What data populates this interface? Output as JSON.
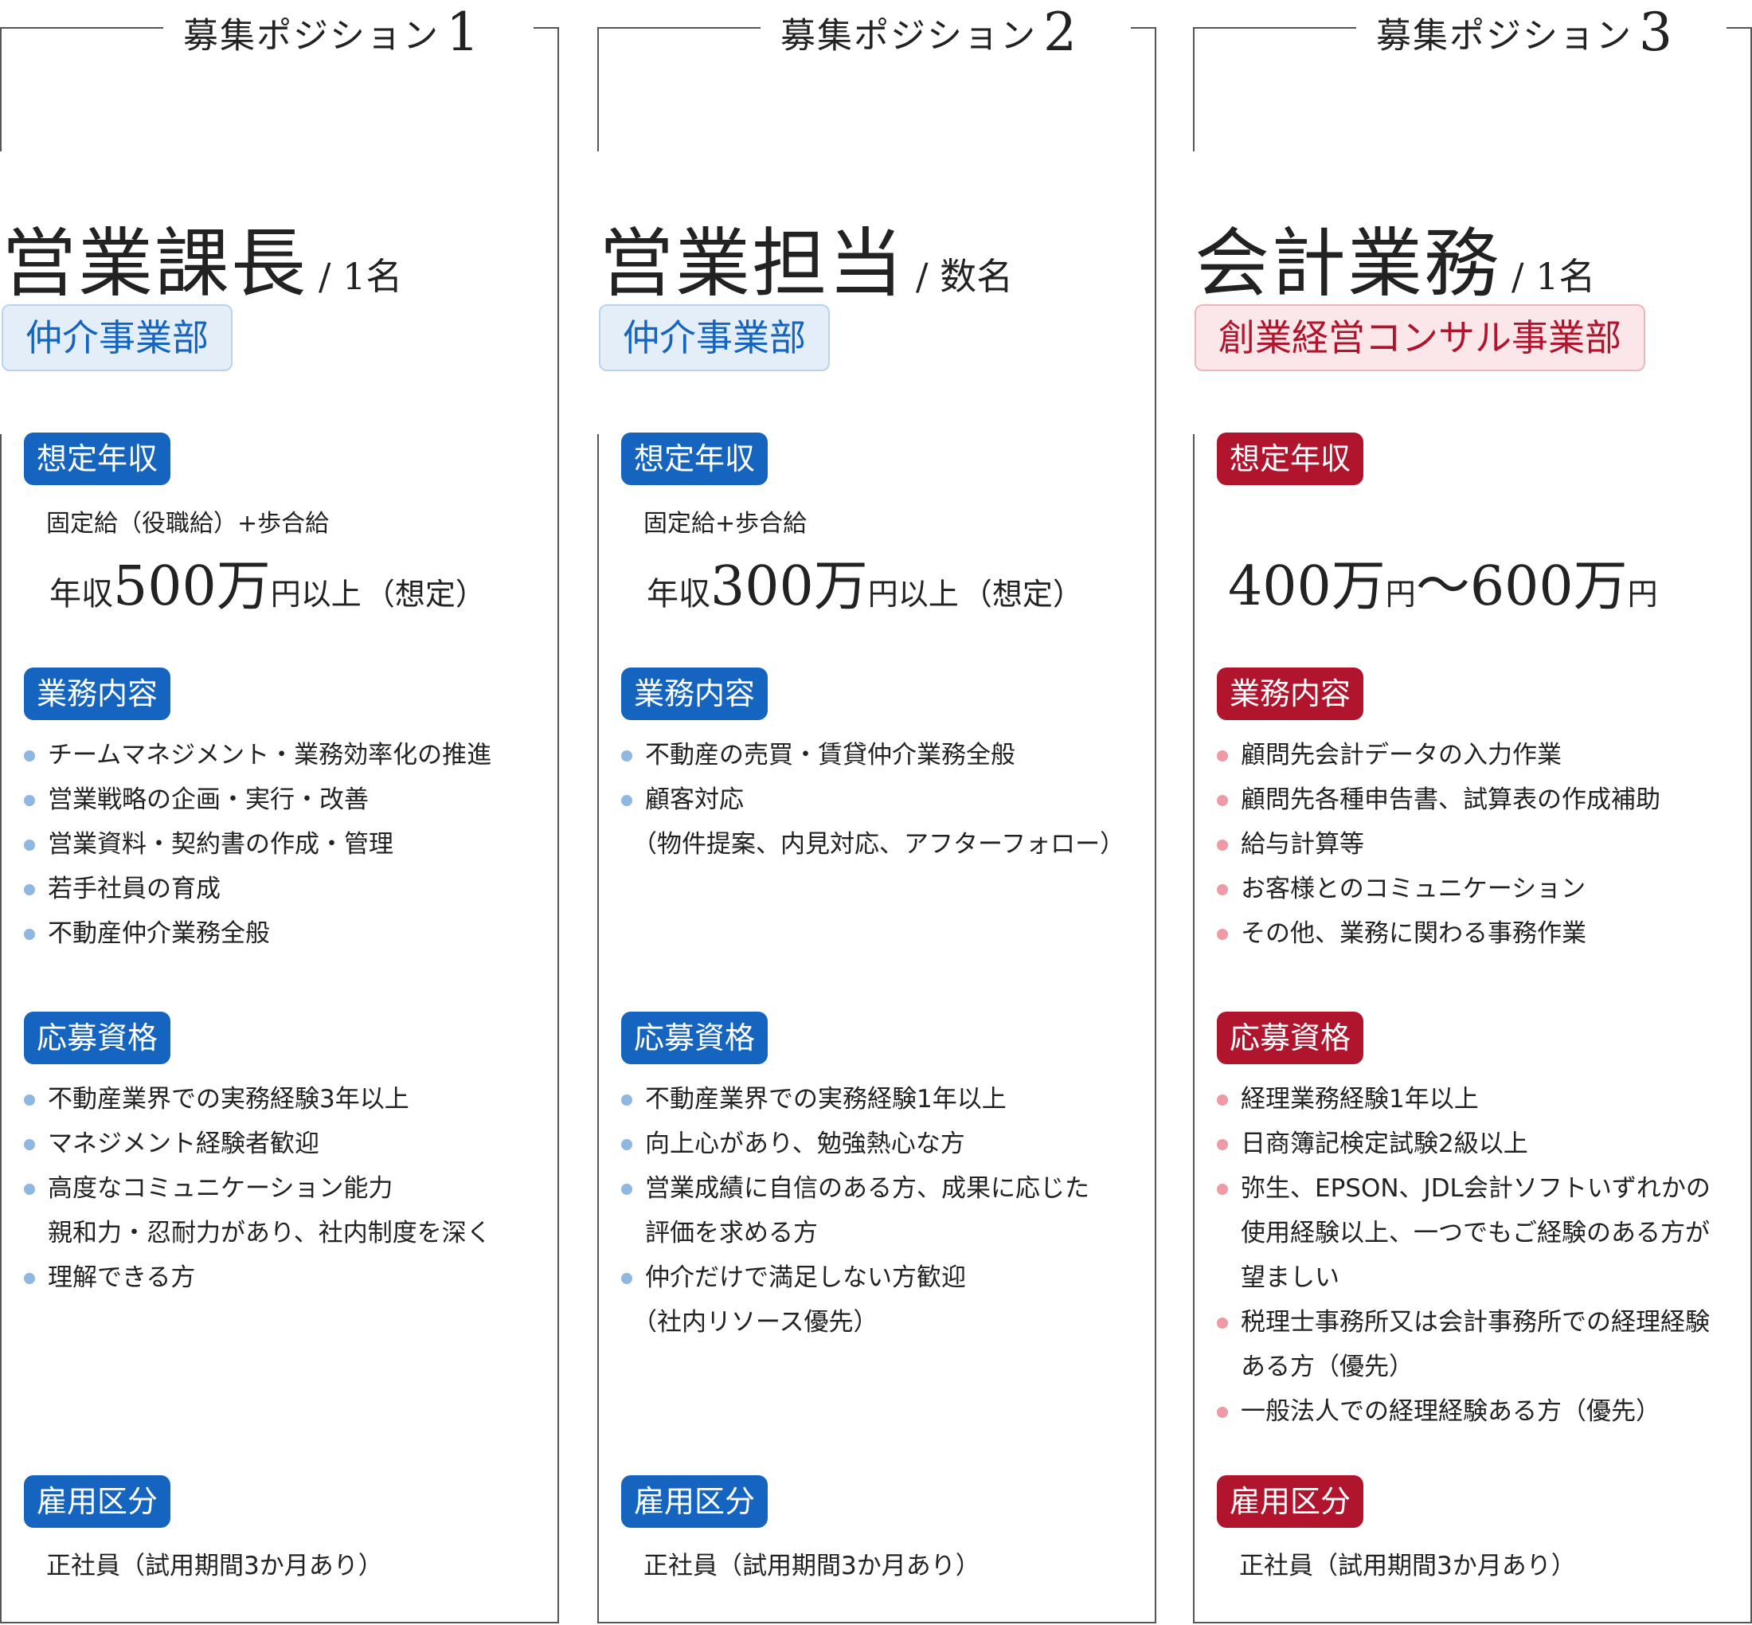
{
  "positions": [
    {
      "heading_label": "募集ポジション",
      "heading_number": "1",
      "title": "営業課長",
      "count": "/ 1名",
      "department": "仲介事業部",
      "salary_label": "想定年収",
      "salary_note": "固定給（役職給）+歩合給",
      "salary_prefix": "年収",
      "salary_amount": "500万",
      "salary_unit": "円以上",
      "salary_suffix": "（想定）",
      "duties_label": "業務内容",
      "duties": [
        "チームマネジメント・業務効率化の推進",
        "営業戦略の企画・実行・改善",
        "営業資料・契約書の作成・管理",
        "若手社員の育成",
        "不動産仲介業務全般"
      ],
      "qual_label": "応募資格",
      "quals": [
        "不動産業界での実務経験3年以上",
        "マネジメント経験者歓迎",
        "高度なコミュニケーション能力",
        "親和力・忍耐力があり、社内制度を深く",
        "理解できる方"
      ],
      "emp_label": "雇用区分",
      "emp_text": "正社員（試用期間3か月あり）"
    },
    {
      "heading_label": "募集ポジション",
      "heading_number": "2",
      "title": "営業担当",
      "count": "/ 数名",
      "department": "仲介事業部",
      "salary_label": "想定年収",
      "salary_note": "固定給+歩合給",
      "salary_prefix": "年収",
      "salary_amount": "300万",
      "salary_unit": "円以上",
      "salary_suffix": "（想定）",
      "duties_label": "業務内容",
      "duties": [
        "不動産の売買・賃貸仲介業務全般",
        "顧客対応",
        "（物件提案、内見対応、アフターフォロー）"
      ],
      "qual_label": "応募資格",
      "quals": [
        "不動産業界での実務経験1年以上",
        "向上心があり、勉強熱心な方",
        "営業成績に自信のある方、成果に応じた",
        "評価を求める方",
        "仲介だけで満足しない方歓迎",
        "（社内リソース優先）"
      ],
      "emp_label": "雇用区分",
      "emp_text": "正社員（試用期間3か月あり）"
    },
    {
      "heading_label": "募集ポジション",
      "heading_number": "3",
      "title": "会計業務",
      "count": "/ 1名",
      "department": "創業経営コンサル事業部",
      "salary_label": "想定年収",
      "salary_amount_a": "400万",
      "salary_unit_a": "円",
      "salary_tilde": "〜",
      "salary_amount_b": "600万",
      "salary_unit_b": "円",
      "duties_label": "業務内容",
      "duties": [
        "顧問先会計データの入力作業",
        "顧問先各種申告書、試算表の作成補助",
        "給与計算等",
        "お客様とのコミュニケーション",
        "その他、業務に関わる事務作業"
      ],
      "qual_label": "応募資格",
      "quals": [
        "経理業務経験1年以上",
        "日商簿記検定試験2級以上",
        "弥生、EPSON、JDL会計ソフトいずれかの",
        "使用経験以上、一つでもご経験のある方が",
        "望ましい",
        "税理士事務所又は会計事務所での経理経験",
        "ある方（優先）",
        "一般法人での経理経験ある方（優先）"
      ],
      "emp_label": "雇用区分",
      "emp_text": "正社員（試用期間3か月あり）"
    }
  ],
  "colors": {
    "blue": "#1565c0",
    "red": "#b0152d"
  }
}
